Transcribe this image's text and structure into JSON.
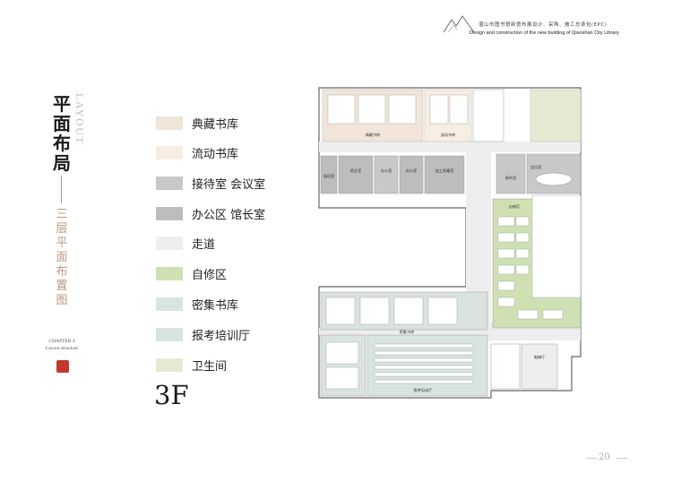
{
  "header": {
    "cn": "潜山市图书馆新馆布展设计、采购、施工总承包(EPC)",
    "en": "Design and construction of the new building of Qianshan City Library"
  },
  "title": {
    "chars": [
      "平",
      "面",
      "布",
      "局"
    ],
    "en": "LAYOUT",
    "sub_chars": [
      "三",
      "层",
      "平",
      "面",
      "布",
      "置",
      "图"
    ],
    "chapter": "CHAPTER 4",
    "chapter_sub": "Layout structure"
  },
  "legend": [
    {
      "label": "典藏书库",
      "color": "#f0e5d8"
    },
    {
      "label": "流动书库",
      "color": "#f6eee3"
    },
    {
      "label": "接待室 会议室",
      "color": "#c8c8c8"
    },
    {
      "label": "办公区 馆长室",
      "color": "#bdbdbd"
    },
    {
      "label": "走道",
      "color": "#eeeeee"
    },
    {
      "label": "自修区",
      "color": "#cfe0b3"
    },
    {
      "label": "密集书库",
      "color": "#dae3de"
    },
    {
      "label": "报考培训厅",
      "color": "#d7e4df"
    },
    {
      "label": "卫生间",
      "color": "#e6ead3"
    }
  ],
  "floor": "3F",
  "plan_labels": {
    "diancang": "典藏书库",
    "liudong": "流动书库",
    "guanzhang": "馆长室",
    "bangong1": "办公室",
    "bangong2": "办公室",
    "jiagong": "加工采编室",
    "huiyi": "会议室",
    "jiedai": "接待室",
    "zixiu": "自修区",
    "miji": "密集书库",
    "baokao": "报考培训厅",
    "diantiting": "电梯厅",
    "zhiban": "值班室"
  },
  "page_number": "20"
}
